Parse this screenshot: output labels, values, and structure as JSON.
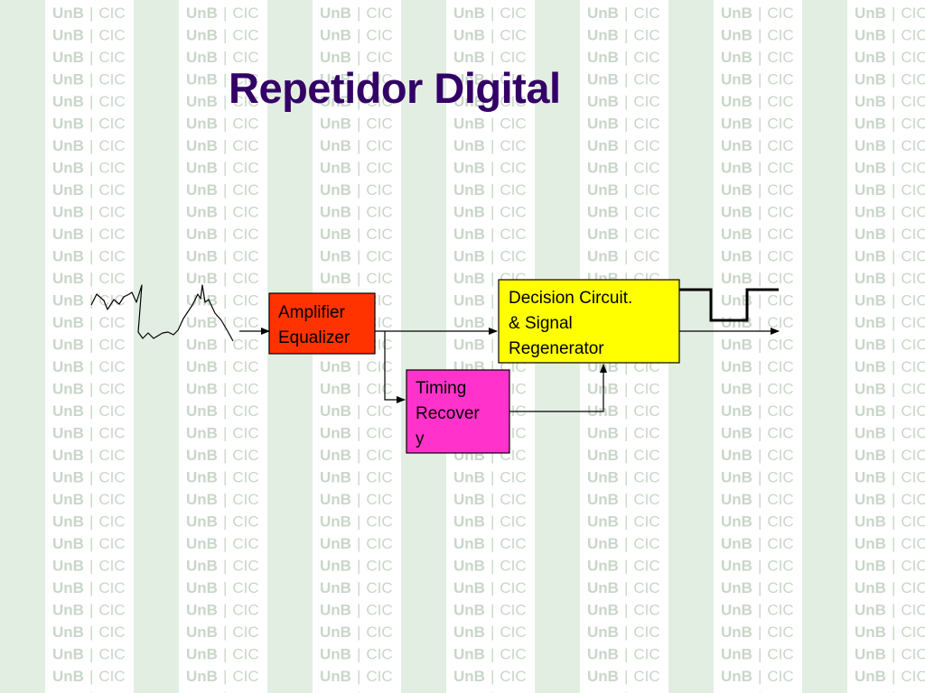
{
  "slide": {
    "title": "Repetidor Digital",
    "watermark": {
      "brand": "UnB",
      "separator": "|",
      "dept": "CIC"
    }
  },
  "diagram": {
    "blocks": [
      {
        "id": "amplifier",
        "lines": [
          "Amplifier",
          "Equalizer"
        ],
        "fill": "#ff3300"
      },
      {
        "id": "timing",
        "lines": [
          "Timing",
          "Recover",
          "y"
        ],
        "fill": "#ff33cc"
      },
      {
        "id": "decision",
        "lines": [
          "Decision Circuit.",
          "& Signal",
          "Regenerator"
        ],
        "fill": "#ffff00"
      }
    ],
    "input_signal": "distorted-analog-waveform",
    "output_signal": "regenerated-square-pulse"
  },
  "colors": {
    "title": "#330066",
    "stripe": "#e3eee3",
    "watermark_text": "#c9d6c9"
  }
}
